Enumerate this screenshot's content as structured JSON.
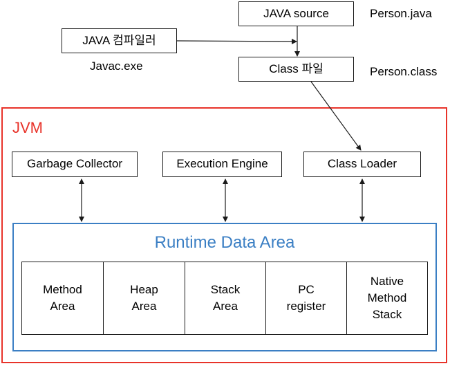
{
  "top": {
    "java_source": "JAVA source",
    "java_source_file": "Person.java",
    "compiler": "JAVA 컴파일러",
    "compiler_exe": "Javac.exe",
    "class_file": "Class 파일",
    "class_file_name": "Person.class"
  },
  "jvm": {
    "title": "JVM",
    "components": [
      "Garbage Collector",
      "Execution Engine",
      "Class Loader"
    ]
  },
  "runtime": {
    "title": "Runtime Data Area",
    "areas": [
      "Method\nArea",
      "Heap\nArea",
      "Stack\nArea",
      "PC\nregister",
      "Native\nMethod\nStack"
    ]
  },
  "colors": {
    "jvm_border": "#e8332a",
    "runtime_border": "#3b7fc4",
    "line": "#1a1a1a"
  }
}
